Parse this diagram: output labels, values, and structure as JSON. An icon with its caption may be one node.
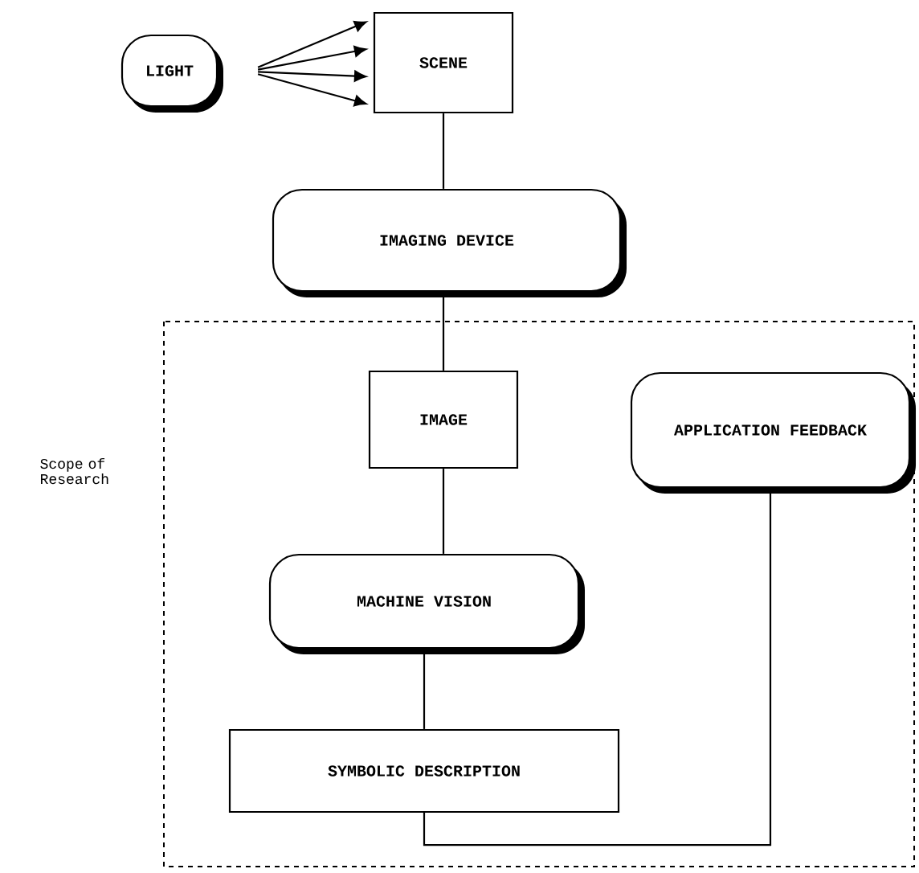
{
  "diagram": {
    "nodes": [
      {
        "text": [
          "LIGHT"
        ]
      },
      {
        "text": [
          "SCENE"
        ]
      },
      {
        "text": [
          "IMAGING DEVICE"
        ]
      },
      {
        "text": [
          "Scope of Research"
        ]
      },
      {
        "text": [
          "IMAGE"
        ],
        "in": 3
      },
      {
        "text": [
          "APPLICATION FEEDBACK"
        ],
        "in": 3
      },
      {
        "text": [
          "MACHINE VISION"
        ],
        "in": 3
      },
      {
        "text": [
          "SYMBOLIC DESCRIPTION"
        ],
        "in": 3
      }
    ],
    "edges": [
      {
        "from": 0,
        "to": 1,
        "arrow": "to"
      },
      {
        "from": 0,
        "to": 1,
        "arrow": "to"
      },
      {
        "from": 0,
        "to": 1,
        "arrow": "to"
      },
      {
        "from": 0,
        "to": 1,
        "arrow": "to"
      },
      {
        "from": 1,
        "to": 2,
        "arrow": "none"
      },
      {
        "from": 2,
        "to": 4,
        "arrow": "none"
      },
      {
        "from": 4,
        "to": 6,
        "arrow": "none"
      },
      {
        "from": 6,
        "to": 7,
        "arrow": "none"
      },
      {
        "from": 7,
        "to": 5,
        "arrow": "none"
      }
    ]
  }
}
